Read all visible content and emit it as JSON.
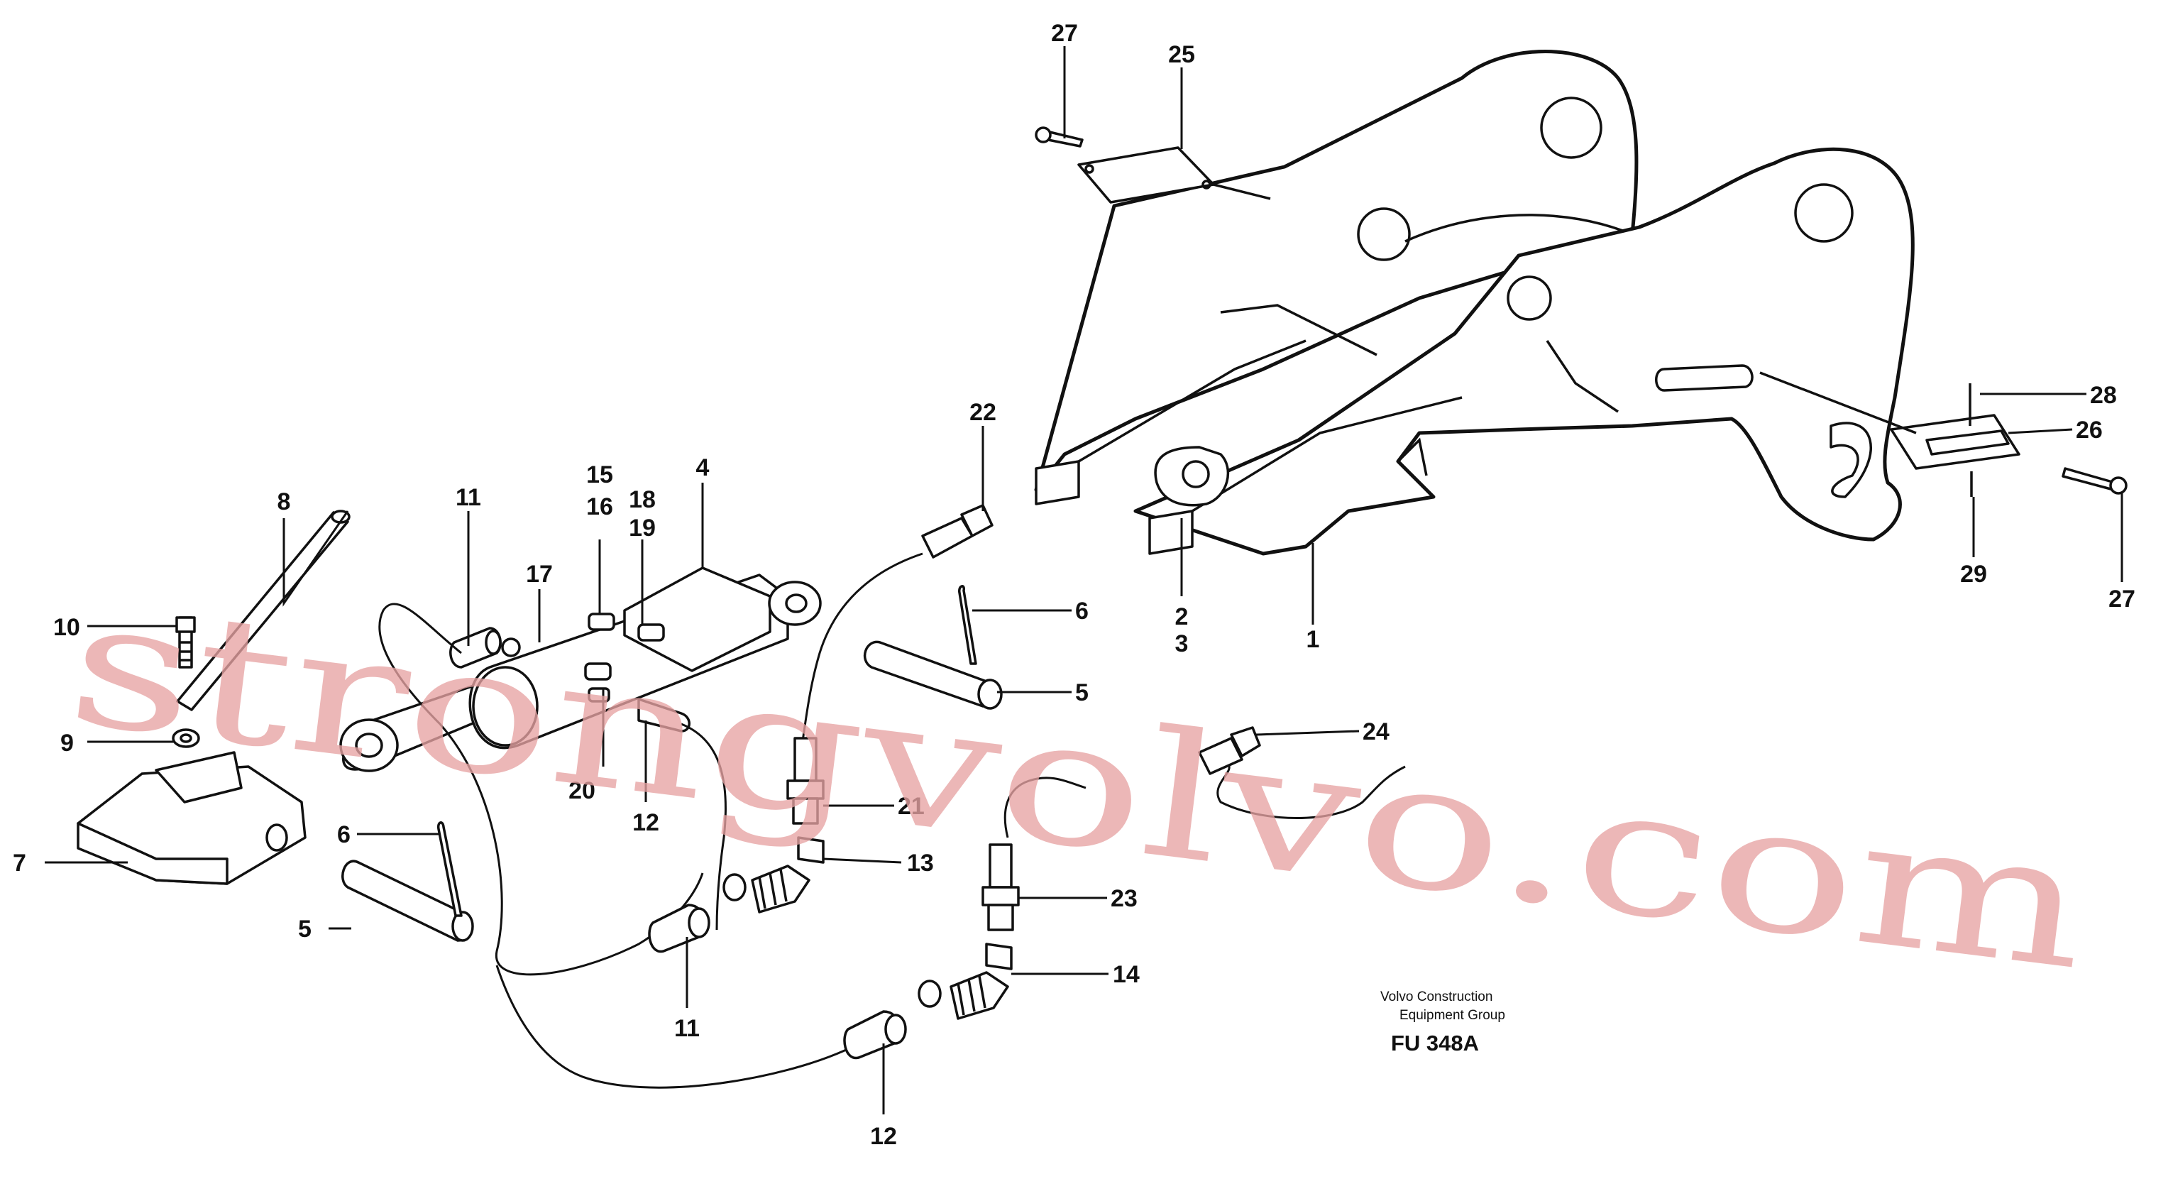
{
  "diagram": {
    "callouts": [
      {
        "id": "c27a",
        "label": "27"
      },
      {
        "id": "c25",
        "label": "25"
      },
      {
        "id": "c22",
        "label": "22"
      },
      {
        "id": "c28",
        "label": "28"
      },
      {
        "id": "c26",
        "label": "26"
      },
      {
        "id": "c8",
        "label": "8"
      },
      {
        "id": "c11a",
        "label": "11"
      },
      {
        "id": "c15",
        "label": "15"
      },
      {
        "id": "c16",
        "label": "16"
      },
      {
        "id": "c4",
        "label": "4"
      },
      {
        "id": "c18",
        "label": "18"
      },
      {
        "id": "c19",
        "label": "19"
      },
      {
        "id": "c17",
        "label": "17"
      },
      {
        "id": "c2",
        "label": "2"
      },
      {
        "id": "c3",
        "label": "3"
      },
      {
        "id": "c1",
        "label": "1"
      },
      {
        "id": "c29",
        "label": "29"
      },
      {
        "id": "c27b",
        "label": "27"
      },
      {
        "id": "c10",
        "label": "10"
      },
      {
        "id": "c6a",
        "label": "6"
      },
      {
        "id": "c5a",
        "label": "5"
      },
      {
        "id": "c9",
        "label": "9"
      },
      {
        "id": "c24",
        "label": "24"
      },
      {
        "id": "c20",
        "label": "20"
      },
      {
        "id": "c21",
        "label": "21"
      },
      {
        "id": "c12a",
        "label": "12"
      },
      {
        "id": "c7",
        "label": "7"
      },
      {
        "id": "c6b",
        "label": "6"
      },
      {
        "id": "c13",
        "label": "13"
      },
      {
        "id": "c23",
        "label": "23"
      },
      {
        "id": "c5b",
        "label": "5"
      },
      {
        "id": "c14",
        "label": "14"
      },
      {
        "id": "c11b",
        "label": "11"
      },
      {
        "id": "c12b",
        "label": "12"
      }
    ],
    "credit_line1": "Volvo Construction",
    "credit_line2": "Equipment Group",
    "figure_code": "FU 348A",
    "watermark": "strongvolvo.com"
  }
}
